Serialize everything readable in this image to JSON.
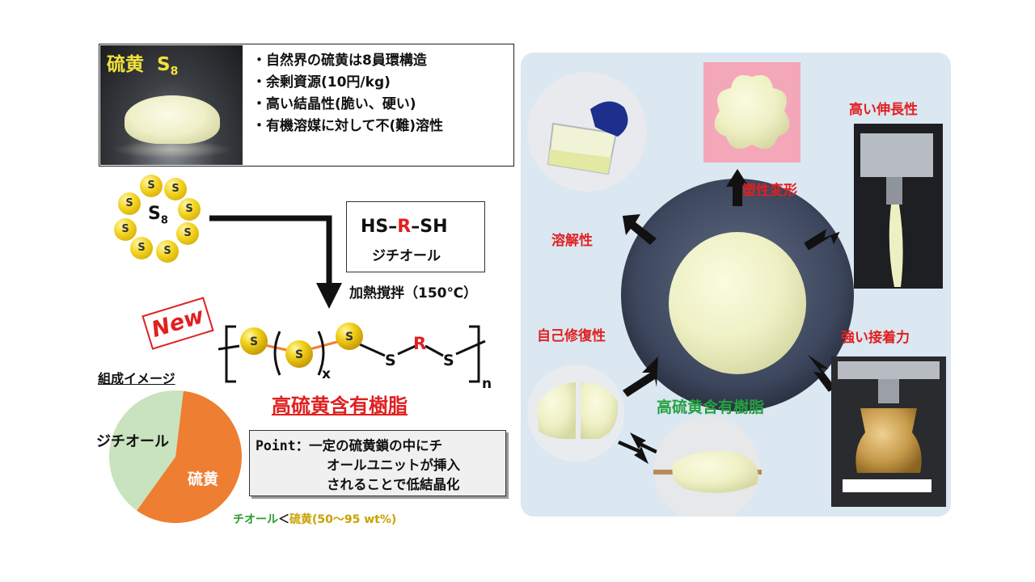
{
  "sulfur_photo": {
    "label": "硫黄",
    "formula": "S",
    "formula_sub": "8"
  },
  "sulfur_facts": [
    "・自然界の硫黄は8員環構造",
    "・余剰資源(10円/kg)",
    "・高い結晶性(脆い、硬い)",
    "・有機溶媒に対して不(難)溶性"
  ],
  "ring": {
    "atom": "S",
    "center_label": "S",
    "center_sub": "8"
  },
  "dithiol": {
    "formula_left": "HS–",
    "formula_r": "R",
    "formula_right": "–SH",
    "name": "ジチオール"
  },
  "reaction_condition": "加熱撹拌（150℃）",
  "new_badge": "New",
  "polymer": {
    "atom": "S",
    "r_group": "R",
    "subscript_x": "x",
    "subscript_n": "n"
  },
  "resin_title": "高硫黄含有樹脂",
  "composition": {
    "label": "組成イメージ",
    "pie": [
      {
        "name": "ジチオール",
        "fraction": 0.42,
        "color": "#c8e3bd"
      },
      {
        "name": "硫黄",
        "fraction": 0.58,
        "color": "#ee7e32"
      }
    ],
    "ratio_thiol": "チオール",
    "ratio_lt": "＜",
    "ratio_sulfur": "硫黄(50～95 wt%)"
  },
  "point": {
    "lead": "Point：",
    "lines": [
      "一定の硫黄鎖の中にチ",
      "オールユニットが挿入",
      "されることで低結晶化"
    ]
  },
  "properties": {
    "plastic": "塑性変形",
    "elongation": "高い伸長性",
    "solubility": "溶解性",
    "self_healing": "自己修復性",
    "adhesion": "強い接着力",
    "center": "高硫黄含有樹脂"
  },
  "colors": {
    "red": "#e02020",
    "green": "#25a040",
    "panel": "#dbe7f1",
    "sulfur_yellow": "#f2d21c",
    "orange_bond": "#ee7e32"
  }
}
